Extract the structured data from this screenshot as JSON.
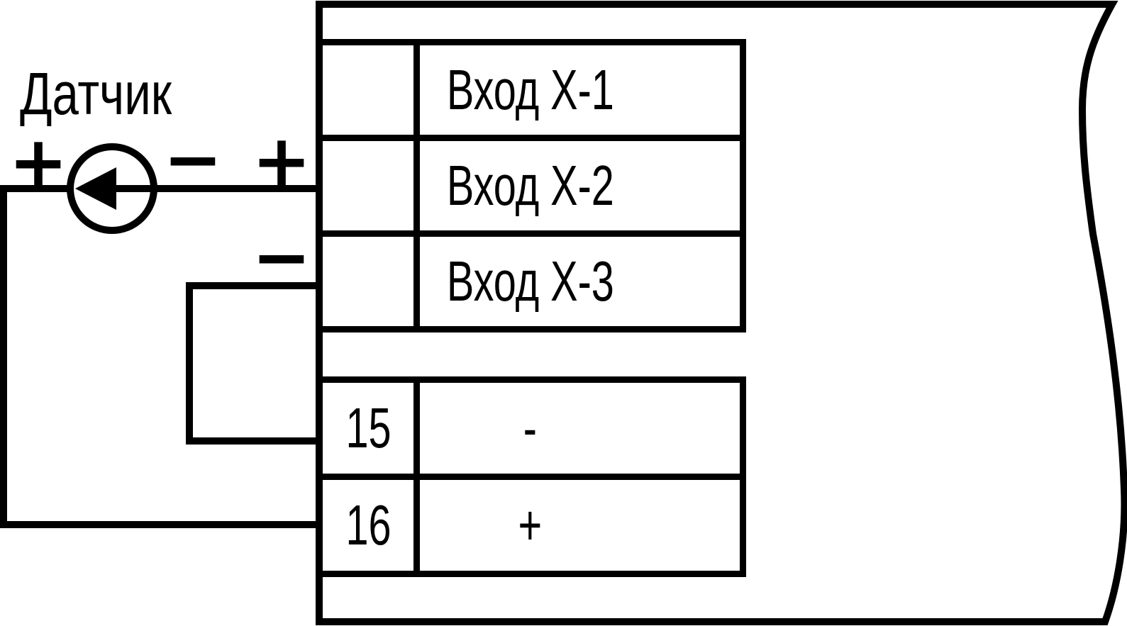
{
  "sensor": {
    "label": "Датчик",
    "plus": "+",
    "minus": "−"
  },
  "wire_marks": {
    "input_plus": "+",
    "input_minus": "−"
  },
  "input_block": {
    "rows": [
      {
        "pin": "",
        "label": "Вход X-1"
      },
      {
        "pin": "",
        "label": "Вход X-2"
      },
      {
        "pin": "",
        "label": "Вход X-3"
      }
    ]
  },
  "output_block": {
    "rows": [
      {
        "pin": "15",
        "label": "-"
      },
      {
        "pin": "16",
        "label": "+"
      }
    ]
  },
  "icons": {
    "current_source": "current-source-icon",
    "device_torn_edge": "torn-edge-curve"
  },
  "colors": {
    "line": "#000000",
    "background": "#ffffff"
  }
}
